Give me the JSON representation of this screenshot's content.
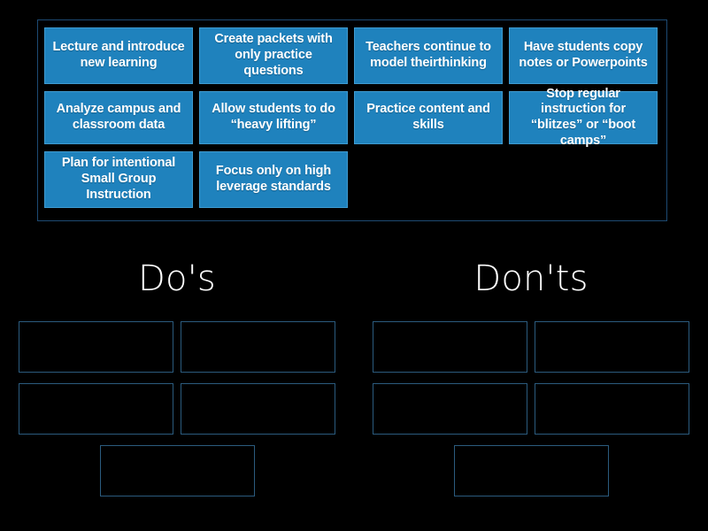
{
  "activity": {
    "type": "group-sort",
    "background_color": "#000000",
    "tile_color": "#1f82bd",
    "tile_border_color": "#3f9bd0",
    "tray_border_color": "#1d4a73",
    "slot_border_color": "#2b5b7e",
    "title_color": "#ffffff"
  },
  "tray": {
    "name": "word-tile-tray",
    "tiles": [
      {
        "id": "tile-1",
        "label": "Lecture and introduce new learning"
      },
      {
        "id": "tile-2",
        "label": "Create packets with only practice questions"
      },
      {
        "id": "tile-3",
        "label": "Teachers continue to model theirthinking"
      },
      {
        "id": "tile-4",
        "label": "Have students copy notes or Powerpoints"
      },
      {
        "id": "tile-5",
        "label": "Analyze campus and classroom data"
      },
      {
        "id": "tile-6",
        "label": "Allow students to do “heavy lifting”"
      },
      {
        "id": "tile-7",
        "label": "Practice content and skills"
      },
      {
        "id": "tile-8",
        "label": "Stop regular instruction for “blitzes” or “boot camps”"
      },
      {
        "id": "tile-9",
        "label": "Plan for intentional Small Group Instruction"
      },
      {
        "id": "tile-10",
        "label": "Focus only on high leverage standards"
      }
    ]
  },
  "categories": [
    {
      "id": "category-dos",
      "title": "Do's",
      "slot_count": 5,
      "slots": [
        {
          "id": "dos-slot-1",
          "content": ""
        },
        {
          "id": "dos-slot-2",
          "content": ""
        },
        {
          "id": "dos-slot-3",
          "content": ""
        },
        {
          "id": "dos-slot-4",
          "content": ""
        },
        {
          "id": "dos-slot-5",
          "content": ""
        }
      ]
    },
    {
      "id": "category-donts",
      "title": "Don'ts",
      "slot_count": 5,
      "slots": [
        {
          "id": "donts-slot-1",
          "content": ""
        },
        {
          "id": "donts-slot-2",
          "content": ""
        },
        {
          "id": "donts-slot-3",
          "content": ""
        },
        {
          "id": "donts-slot-4",
          "content": ""
        },
        {
          "id": "donts-slot-5",
          "content": ""
        }
      ]
    }
  ]
}
